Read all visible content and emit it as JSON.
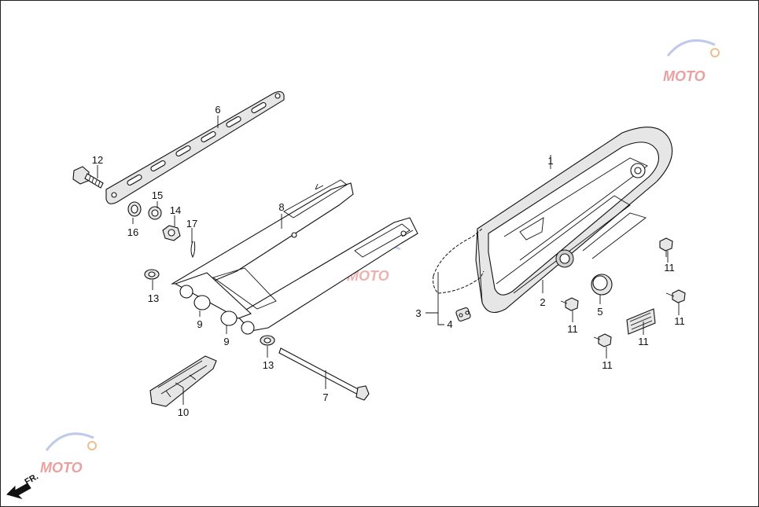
{
  "diagram": {
    "labels": {
      "p1": "1",
      "p2": "2",
      "p3": "3",
      "p4": "4",
      "p5": "5",
      "p6": "6",
      "p7": "7",
      "p8": "8",
      "p9a": "9",
      "p9b": "9",
      "p10": "10",
      "p11a": "11",
      "p11b": "11",
      "p11c": "11",
      "p11d": "11",
      "p11e": "11",
      "p12": "12",
      "p13a": "13",
      "p13b": "13",
      "p14": "14",
      "p15": "15",
      "p16": "16",
      "p17": "17"
    },
    "front_arrow": "FR."
  },
  "watermark": {
    "text": "MOTO"
  }
}
